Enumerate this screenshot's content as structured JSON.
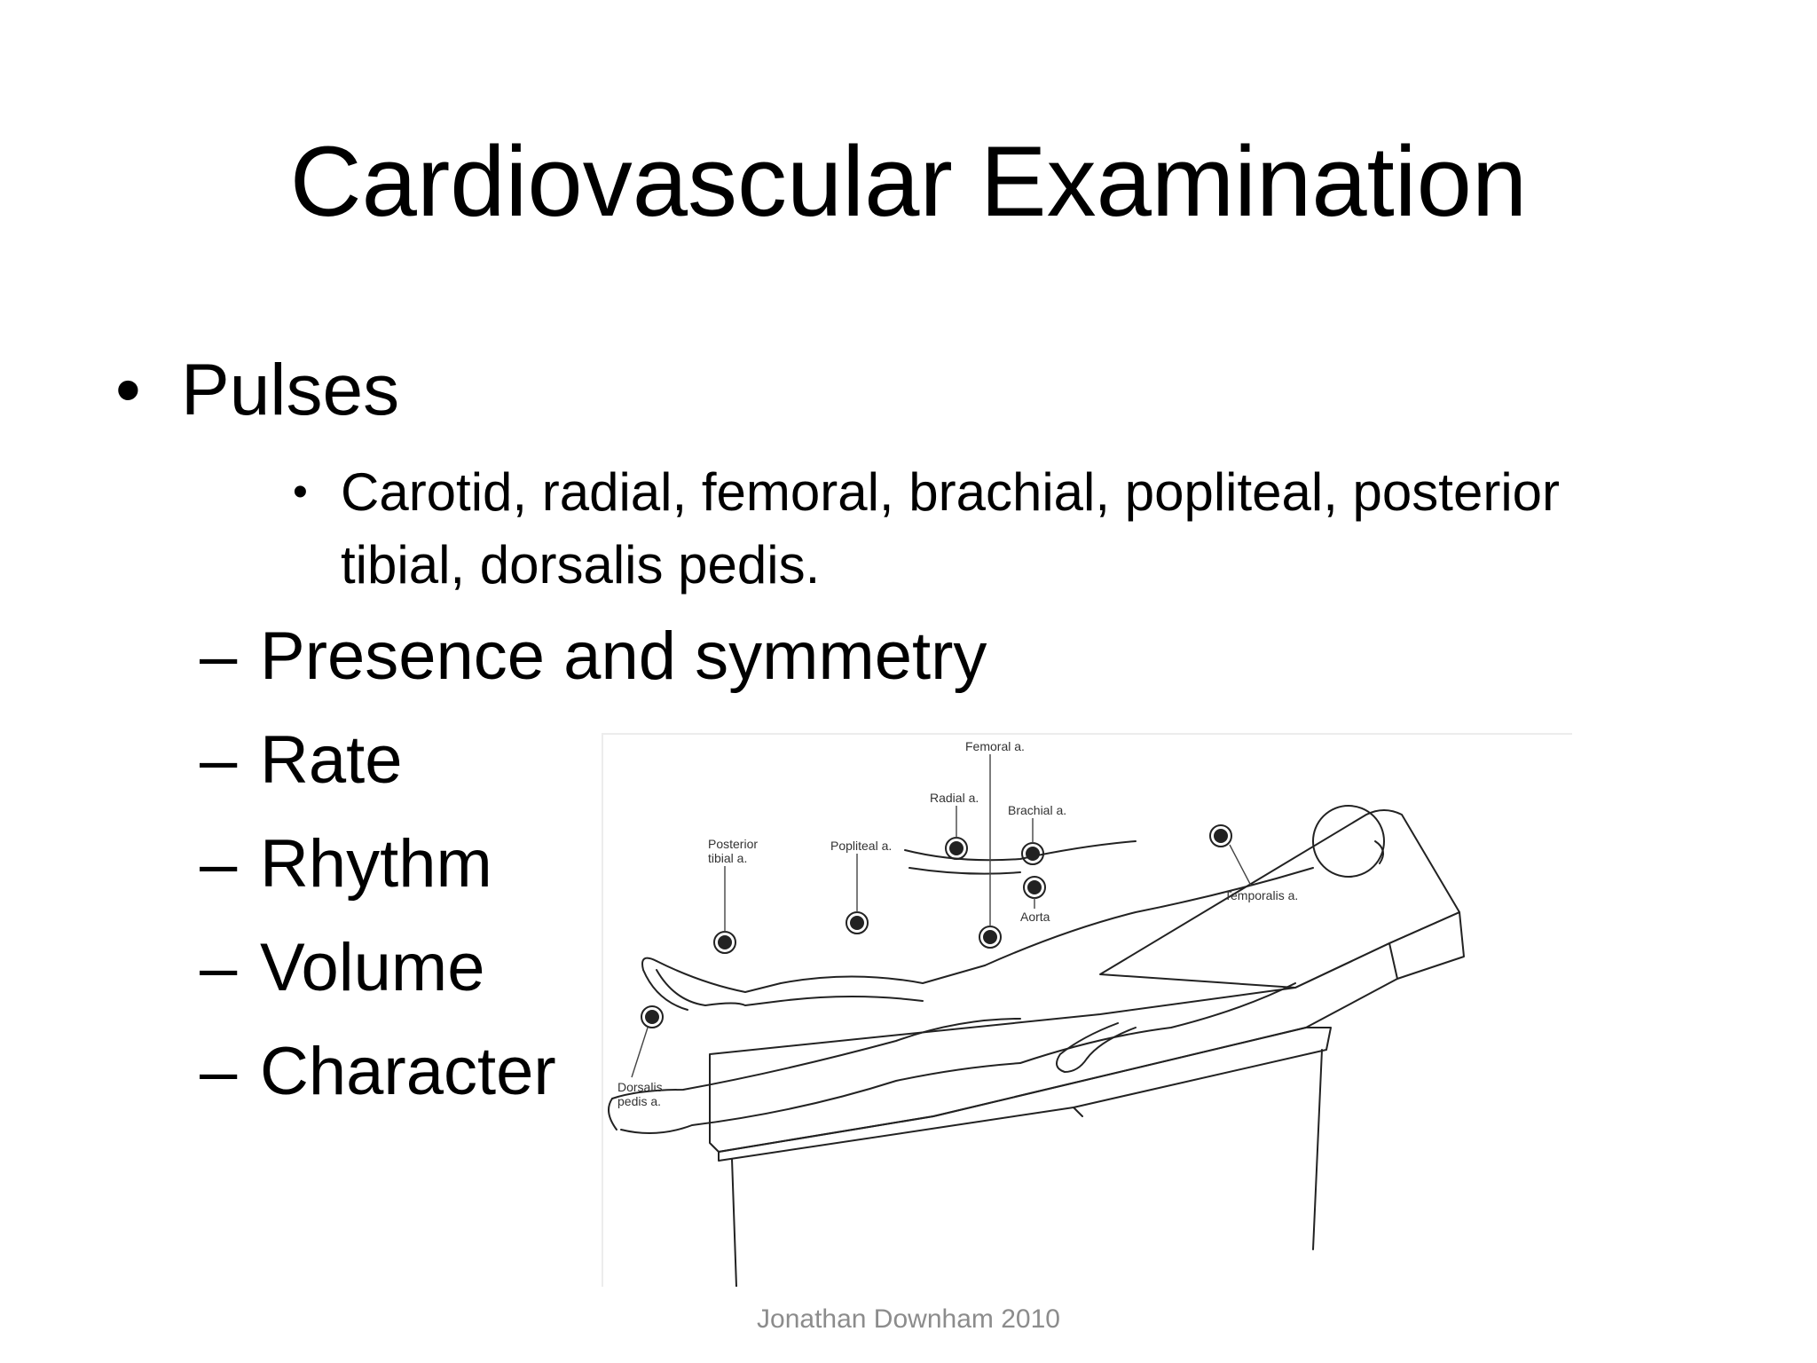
{
  "slide": {
    "title": "Cardiovascular Examination",
    "bullet": {
      "marker": "•",
      "text": "Pulses"
    },
    "sub_bullet": {
      "marker": "•",
      "text": "Carotid, radial, femoral, brachial, popliteal, posterior tibial, dorsalis pedis."
    },
    "dash_items": [
      {
        "marker": "–",
        "text": "Presence and symmetry"
      },
      {
        "marker": "–",
        "text": "Rate"
      },
      {
        "marker": "–",
        "text": "Rhythm"
      },
      {
        "marker": "–",
        "text": "Volume"
      },
      {
        "marker": "–",
        "text": "Character"
      }
    ],
    "figure": {
      "labels": {
        "femoral": "Femoral a.",
        "radial": "Radial a.",
        "brachial": "Brachial a.",
        "popliteal": "Popliteal a.",
        "posterior_tibial_1": "Posterior",
        "posterior_tibial_2": "tibial a.",
        "temporalis": "Temporalis a.",
        "aorta": "Aorta",
        "dorsalis_1": "Dorsalis",
        "dorsalis_2": "pedis a."
      }
    },
    "footer": "Jonathan Downham 2010"
  }
}
